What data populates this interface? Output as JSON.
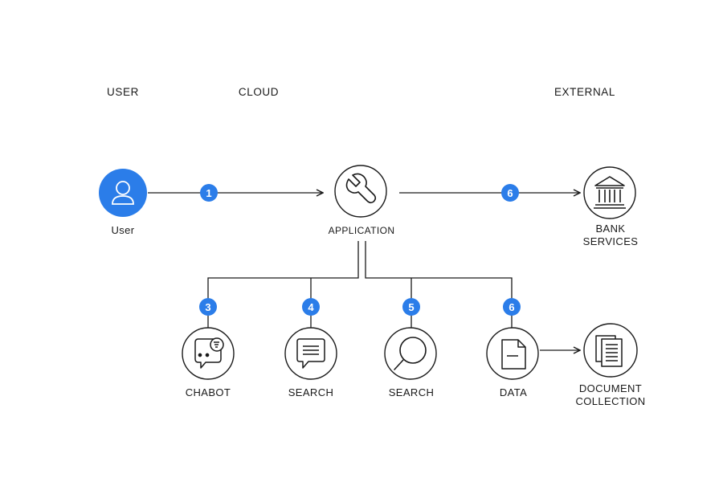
{
  "lanes": {
    "user": "USER",
    "cloud": "CLOUD",
    "external": "EXTERNAL"
  },
  "nodes": {
    "user": {
      "label": "User",
      "icon": "user-icon"
    },
    "application": {
      "label": "APPLICATION",
      "icon": "wrench-icon"
    },
    "bank": {
      "line1": "BANK",
      "line2": "SERVICES",
      "icon": "bank-icon"
    },
    "chatbot": {
      "label": "CHABOT",
      "icon": "chat-bubble-icon"
    },
    "search_a": {
      "label": "SEARCH",
      "icon": "message-icon"
    },
    "search_b": {
      "label": "SEARCH",
      "icon": "magnifier-icon"
    },
    "data": {
      "label": "DATA",
      "icon": "document-icon"
    },
    "documents": {
      "line1": "DOCUMENT",
      "line2": "COLLECTION",
      "icon": "documents-stack-icon"
    }
  },
  "steps": {
    "user_to_app": "1",
    "app_to_bank": "6",
    "chatbot": "3",
    "search_a": "4",
    "search_b": "5",
    "data": "6"
  },
  "colors": {
    "accent": "#2b7de9",
    "stroke": "#1a1a1a"
  }
}
